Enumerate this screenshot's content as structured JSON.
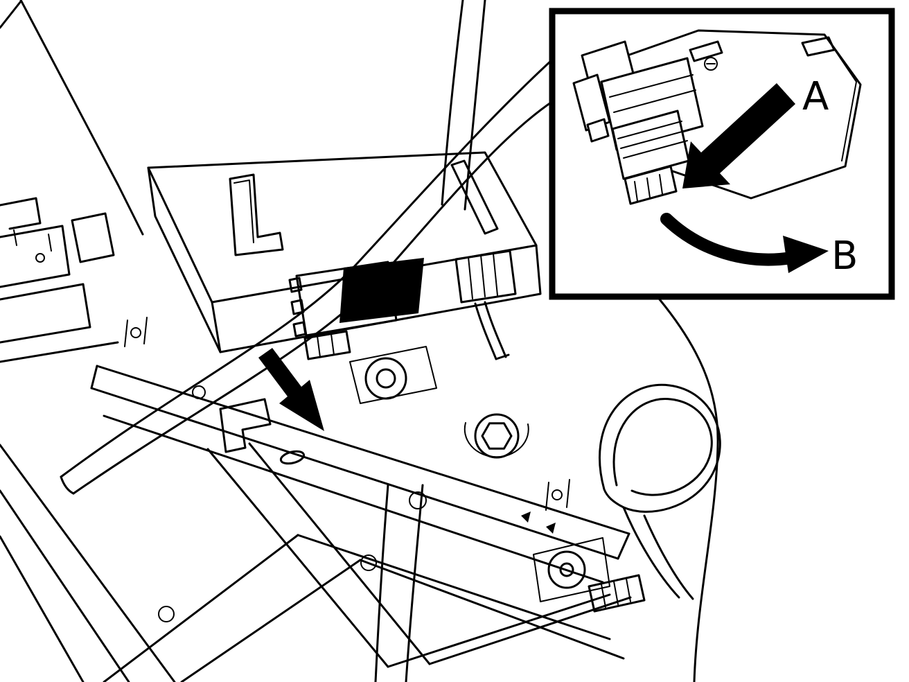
{
  "illustration": {
    "callout": {
      "label_a": "A",
      "label_b": "B"
    },
    "colors": {
      "line": "#000000",
      "background": "#ffffff",
      "arrow_fill": "#000000"
    },
    "icons": {
      "arrow_a": "solid-arrow-down-left",
      "arrow_b": "curved-arrow-right",
      "main_arrow": "solid-arrow-down-right",
      "leader": "leader-curve-band"
    }
  }
}
